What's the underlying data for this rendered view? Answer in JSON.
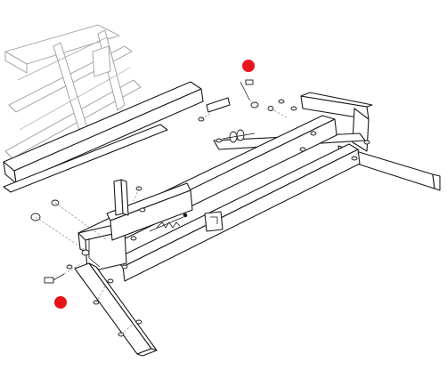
{
  "diagram": {
    "view": "exploded-isometric-parts-drawing",
    "callout_color": "#e8141c",
    "line_color": "#1a1a1a",
    "ghost_line_color": "#9a9a9a",
    "background_color": "#ffffff",
    "callouts": [
      {
        "id": "callout-upper-pin",
        "label": ""
      },
      {
        "id": "callout-lower-pin",
        "label": ""
      }
    ]
  }
}
